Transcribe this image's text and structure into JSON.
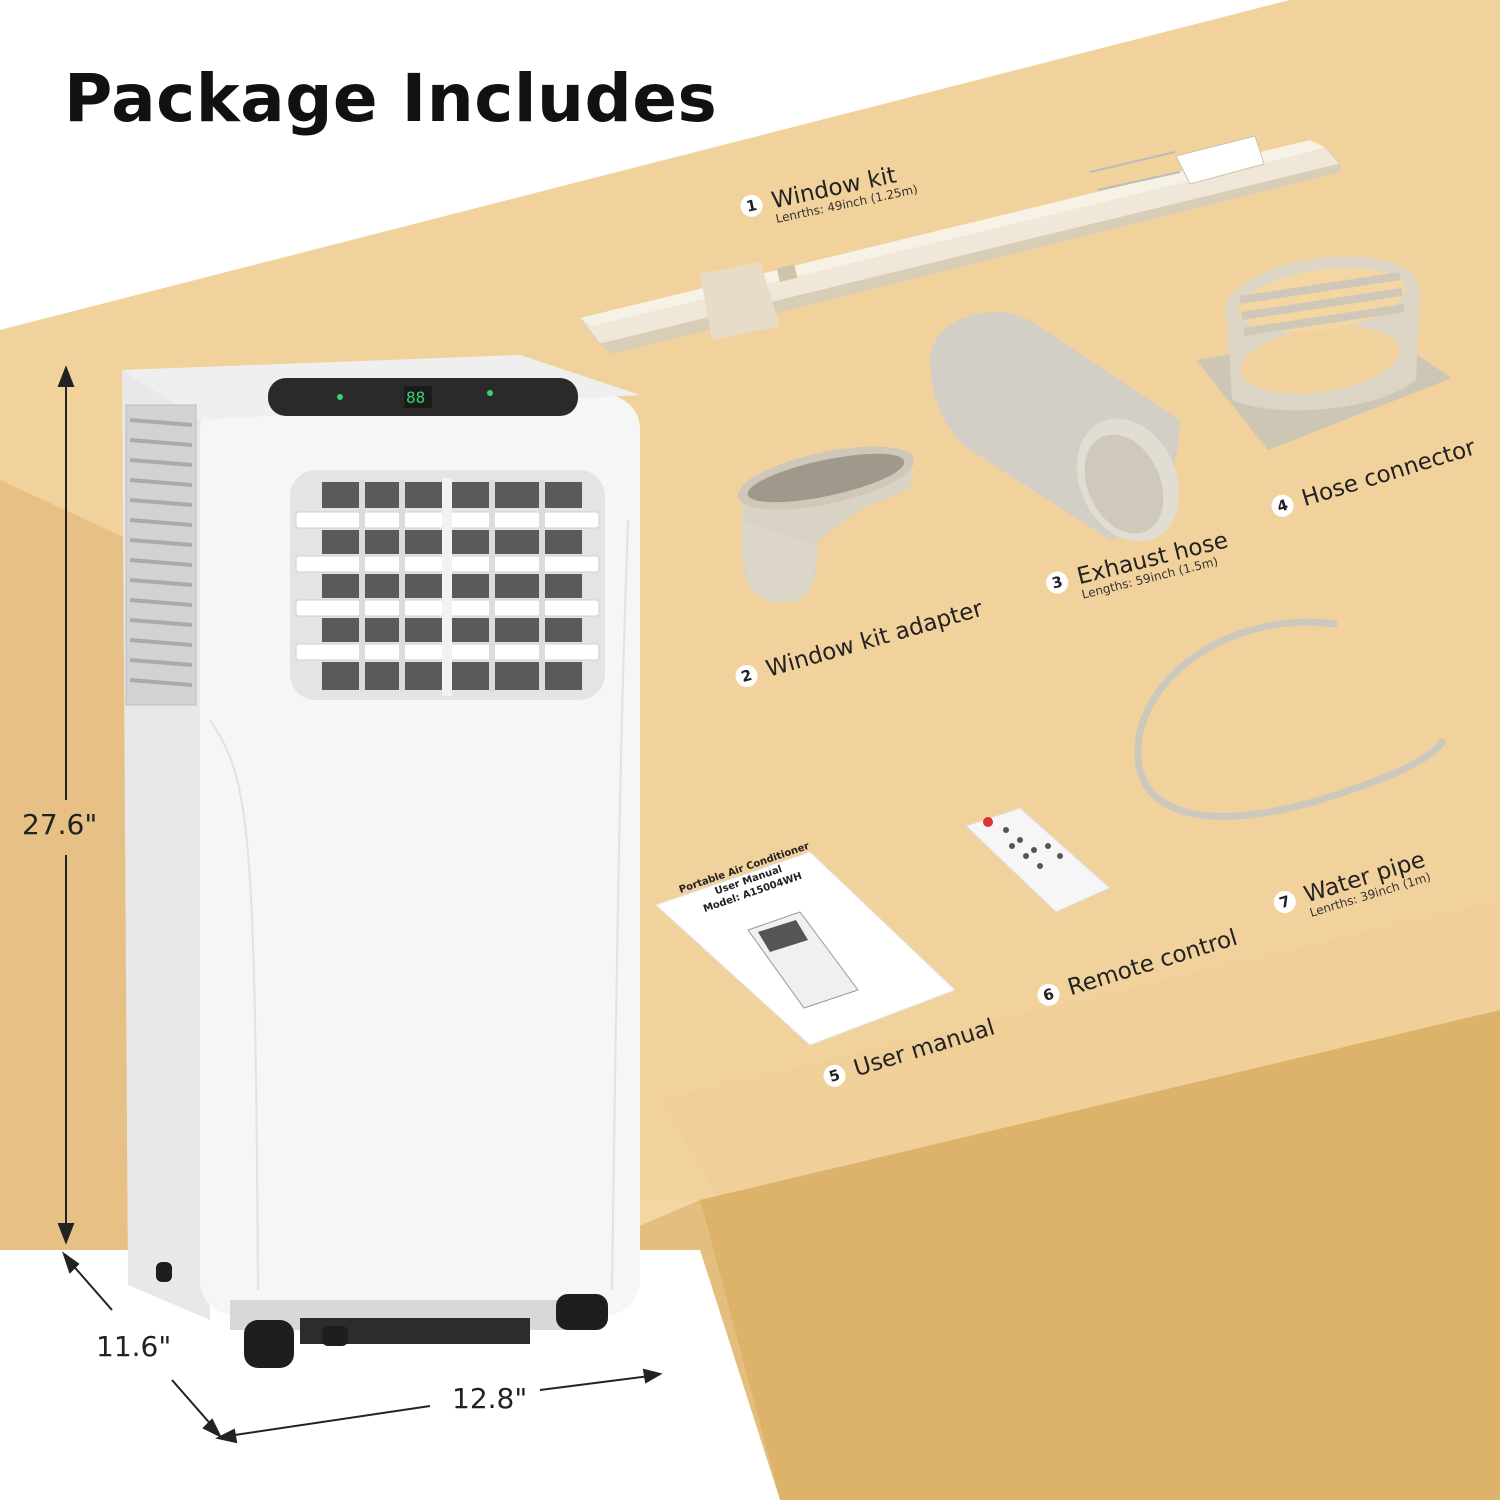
{
  "title": "Package Includes",
  "dimensions": {
    "height": "27.6\"",
    "depth": "11.6\"",
    "width": "12.8\""
  },
  "items": [
    {
      "number": "1",
      "name": "Window kit",
      "detail": "Lenrths: 49inch (1.25m)"
    },
    {
      "number": "2",
      "name": "Window kit adapter",
      "detail": ""
    },
    {
      "number": "3",
      "name": "Exhaust hose",
      "detail": "Lengths: 59inch (1.5m)"
    },
    {
      "number": "4",
      "name": "Hose connector",
      "detail": ""
    },
    {
      "number": "5",
      "name": "User manual",
      "detail": ""
    },
    {
      "number": "6",
      "name": "Remote control",
      "detail": ""
    },
    {
      "number": "7",
      "name": "Water pipe",
      "detail": "Lenrths: 39inch (1m)"
    }
  ],
  "manual": {
    "line1": "Portable Air Conditioner",
    "line2": "User Manual",
    "line3": "Model: A15004WH"
  },
  "colors": {
    "table_top": "#f3d19a",
    "table_side": "#e0b670",
    "wall": "#efcf98",
    "unit": "#f4f4f4"
  }
}
